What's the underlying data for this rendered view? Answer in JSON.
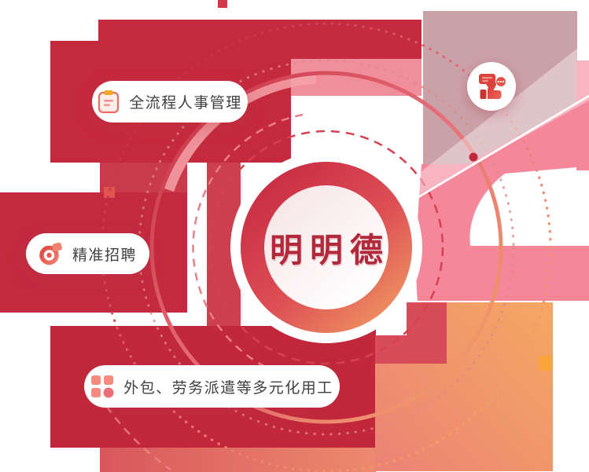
{
  "center": {
    "title": "明明德"
  },
  "features": [
    {
      "label": "全流程人事管理",
      "icon": "clipboard-icon"
    },
    {
      "label": "精准招聘",
      "icon": "target-icon"
    },
    {
      "label": "外包、劳务派遣等多元化用工",
      "icon": "grid-icon"
    }
  ],
  "badge": {
    "icon": "thumbs-up-chat-icon"
  },
  "colors": {
    "crimson": "#C5293D",
    "red_accent": "#D4414F",
    "salmon_band": "#F4879A",
    "mauve": "#CBA1A8",
    "orange": "#F2A467",
    "orange_square": "#F7A53C",
    "title_red": "#B2293B",
    "pill_text": "#404040"
  }
}
